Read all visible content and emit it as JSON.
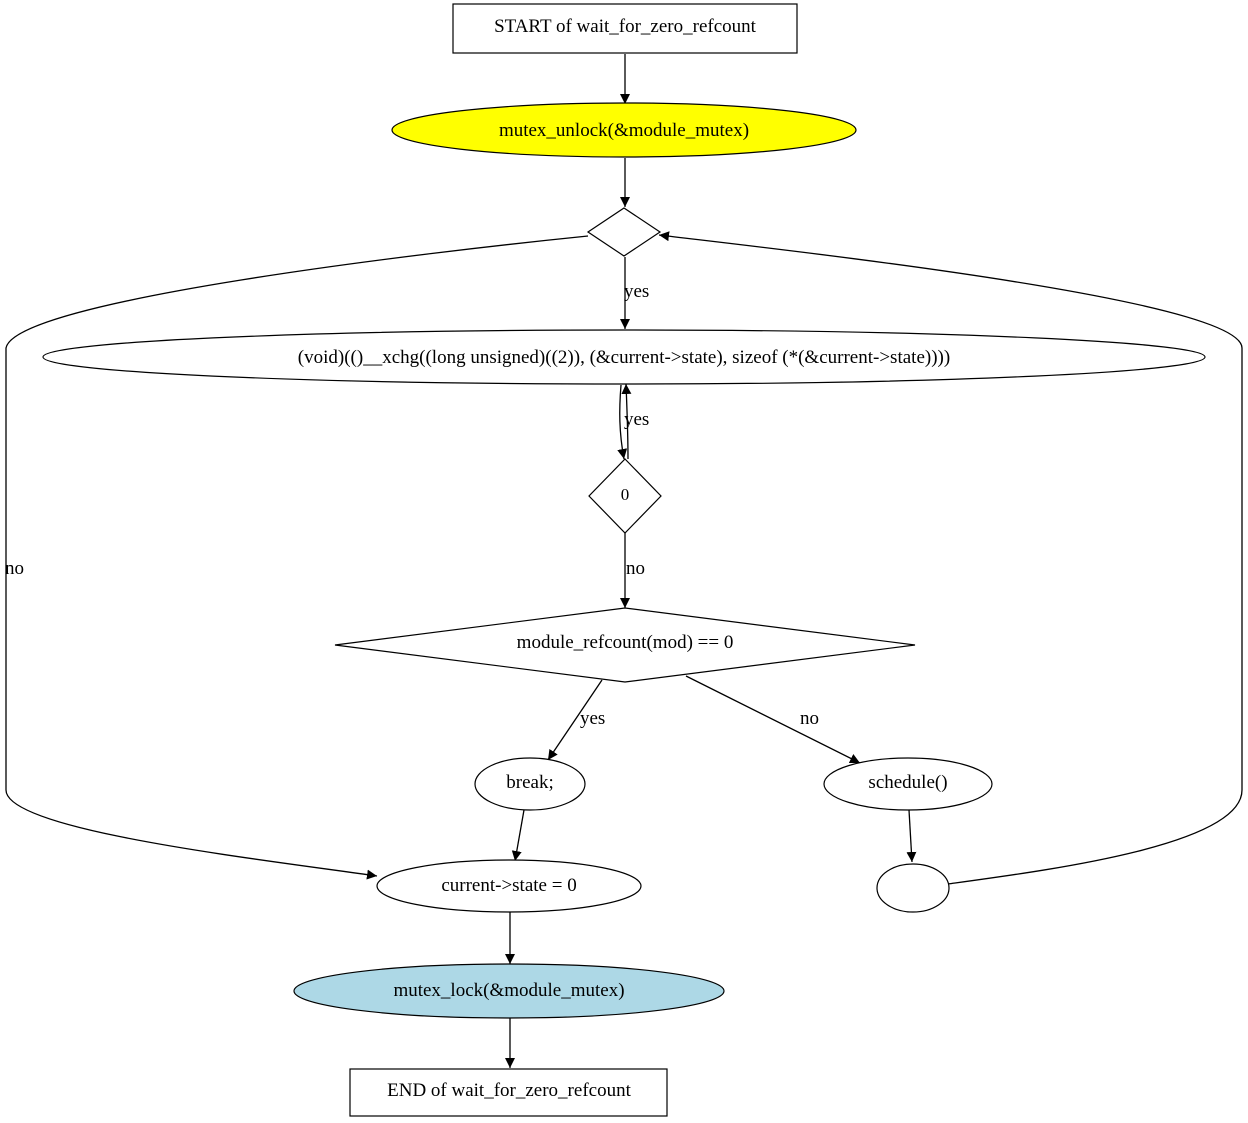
{
  "diagram": {
    "nodes": {
      "start": {
        "label": "START of wait_for_zero_refcount",
        "shape": "box",
        "fill": "#ffffff"
      },
      "unlock": {
        "label": "mutex_unlock(&module_mutex)",
        "shape": "ellipse",
        "fill": "#ffff00"
      },
      "loop_cond": {
        "label": "",
        "shape": "diamond",
        "fill": "#ffffff"
      },
      "xchg": {
        "label": "(void)(()__xchg((long unsigned)((2)), (&current->state), sizeof (*(&current->state))))",
        "shape": "ellipse",
        "fill": "#ffffff"
      },
      "zero_cond": {
        "label": "0",
        "shape": "diamond",
        "fill": "#ffffff"
      },
      "refcount_cond": {
        "label": "module_refcount(mod) == 0",
        "shape": "diamond",
        "fill": "#ffffff"
      },
      "break": {
        "label": "break;",
        "shape": "ellipse",
        "fill": "#ffffff"
      },
      "schedule": {
        "label": "schedule()",
        "shape": "ellipse",
        "fill": "#ffffff"
      },
      "empty": {
        "label": "",
        "shape": "ellipse",
        "fill": "#ffffff"
      },
      "state_zero": {
        "label": "current->state = 0",
        "shape": "ellipse",
        "fill": "#ffffff"
      },
      "lock": {
        "label": "mutex_lock(&module_mutex)",
        "shape": "ellipse",
        "fill": "#add8e6"
      },
      "end": {
        "label": "END of wait_for_zero_refcount",
        "shape": "box",
        "fill": "#ffffff"
      }
    },
    "edges": {
      "start_unlock": {
        "from": "start",
        "to": "unlock",
        "label": ""
      },
      "unlock_loop": {
        "from": "unlock",
        "to": "loop_cond",
        "label": ""
      },
      "loop_xchg": {
        "from": "loop_cond",
        "to": "xchg",
        "label": "yes"
      },
      "loop_state": {
        "from": "loop_cond",
        "to": "state_zero",
        "label": "no"
      },
      "xchg_zero": {
        "from": "xchg",
        "to": "zero_cond",
        "label": ""
      },
      "zero_xchg": {
        "from": "zero_cond",
        "to": "xchg",
        "label": "yes"
      },
      "zero_refcount": {
        "from": "zero_cond",
        "to": "refcount_cond",
        "label": "no"
      },
      "refcount_break": {
        "from": "refcount_cond",
        "to": "break",
        "label": "yes"
      },
      "refcount_schedule": {
        "from": "refcount_cond",
        "to": "schedule",
        "label": "no"
      },
      "break_state": {
        "from": "break",
        "to": "state_zero",
        "label": ""
      },
      "schedule_empty": {
        "from": "schedule",
        "to": "empty",
        "label": ""
      },
      "empty_loop": {
        "from": "empty",
        "to": "loop_cond",
        "label": ""
      },
      "state_lock": {
        "from": "state_zero",
        "to": "lock",
        "label": ""
      },
      "lock_end": {
        "from": "lock",
        "to": "end",
        "label": ""
      }
    }
  }
}
